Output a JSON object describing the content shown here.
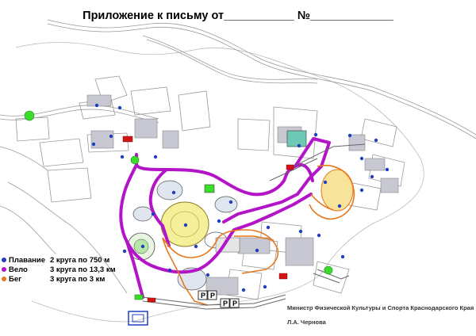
{
  "header": {
    "title": "Приложение к письму от___________ №_____________"
  },
  "legend": {
    "items": [
      {
        "name": "Плавание",
        "detail": "2 круга по 750 м",
        "color": "#1f3fbf"
      },
      {
        "name": "Вело",
        "detail": "3 круга по 13,3 км",
        "color": "#b414c8"
      },
      {
        "name": "Бег",
        "detail": "3 круга по 3 км",
        "color": "#e8761a"
      }
    ]
  },
  "signature": {
    "ministry": "Министр Физической Культуры и Спорта Краснодарского Края",
    "person": "Л.А. Чернова"
  },
  "colors": {
    "bike_route": "#b414c8",
    "run_route": "#e8761a",
    "swim_marker": "#1f3fbf",
    "checkpoint": "#3ddc2c",
    "barrier": "#d41414",
    "road": "#8a8a8a",
    "stadium_field": "#f5ef9a",
    "pitch": "#b8e6a8"
  }
}
